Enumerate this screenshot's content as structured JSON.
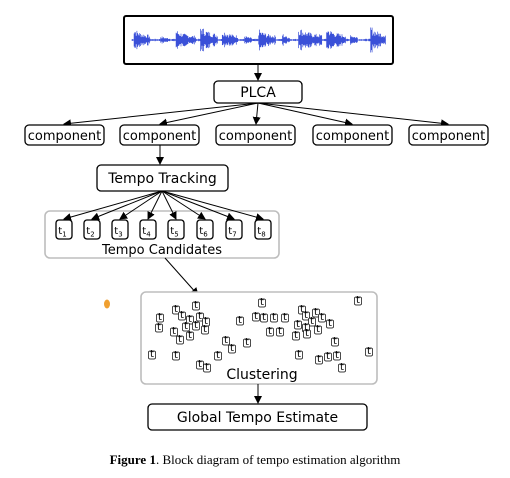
{
  "nodes": {
    "plca": "PLCA",
    "component": "component",
    "tempo_tracking": "Tempo Tracking",
    "tempo_candidates": "Tempo Candidates",
    "candidate_symbol": "t",
    "candidate_subscripts": [
      "1",
      "2",
      "3",
      "4",
      "5",
      "6",
      "7",
      "8"
    ],
    "cluster_point_symbol": "t",
    "clustering": "Clustering",
    "global_tempo_estimate": "Global Tempo Estimate"
  },
  "caption": {
    "label": "Figure 1",
    "text": ". Block diagram of tempo estimation algorithm"
  },
  "colors": {
    "waveform": "#3a50d8",
    "accent_dot": "#f0a030",
    "group_border": "#bdbdbd"
  }
}
